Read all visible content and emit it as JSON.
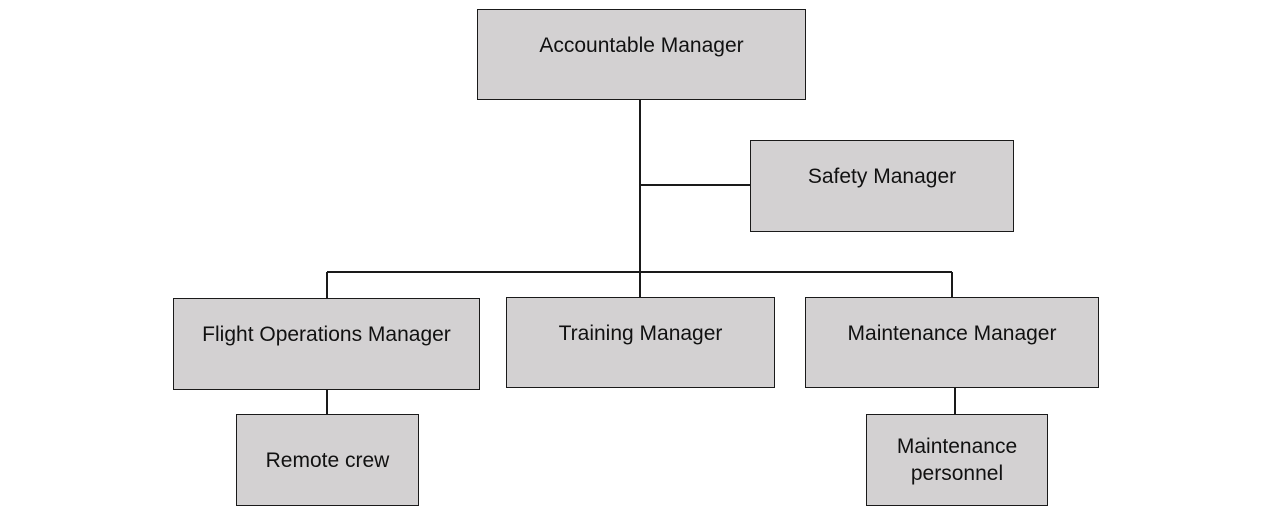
{
  "nodes": {
    "accountable_manager": "Accountable Manager",
    "safety_manager": "Safety Manager",
    "flight_operations_manager": "Flight Operations Manager",
    "training_manager": "Training Manager",
    "maintenance_manager": "Maintenance Manager",
    "remote_crew": "Remote crew",
    "maintenance_personnel": "Maintenance\npersonnel"
  },
  "edges": [
    {
      "from": "accountable_manager",
      "to": "safety_manager"
    },
    {
      "from": "accountable_manager",
      "to": "flight_operations_manager"
    },
    {
      "from": "accountable_manager",
      "to": "training_manager"
    },
    {
      "from": "accountable_manager",
      "to": "maintenance_manager"
    },
    {
      "from": "flight_operations_manager",
      "to": "remote_crew"
    },
    {
      "from": "maintenance_manager",
      "to": "maintenance_personnel"
    }
  ],
  "colors": {
    "box_fill": "#d3d1d2",
    "box_border": "#1a1a1a",
    "connector": "#1a1a1a",
    "text": "#111111"
  }
}
